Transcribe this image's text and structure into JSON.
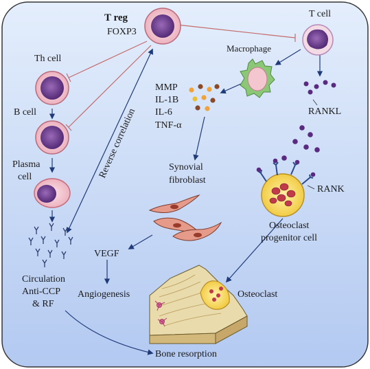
{
  "labels": {
    "treg_title": "T reg",
    "treg_marker": "FOXP3",
    "tcell": "T cell",
    "macrophage": "Macrophage",
    "th_cell": "Th cell",
    "b_cell": "B cell",
    "plasma_line1": "Plasma",
    "plasma_line2": "cell",
    "reverse": "Reverse correlation",
    "mmp": "MMP",
    "il1b": "IL-1B",
    "il6": "IL-6",
    "tnfa": "TNF-α",
    "rankl": "RANKL",
    "synovial_line1": "Synovial",
    "synovial_line2": "fibroblast",
    "rank": "RANK",
    "progenitor_line1": "Osteoclast",
    "progenitor_line2": "progenitor cell",
    "vegf": "VEGF",
    "angiogenesis": "Angiogenesis",
    "circulation": "Circulation",
    "anti_ccp": "Anti-CCP",
    "rf": "& RF",
    "osteoclast": "Osteoclast",
    "bone_resorption": "Bone resorption"
  },
  "colors": {
    "background_top": "#dfe9fb",
    "background_bottom": "#b6ccf2",
    "border": "#333333",
    "arrow_blue": "#1f3a78",
    "inhibit_red": "#c46b6b",
    "cell_purple": "#6a3a8e",
    "cell_pink": "#f2c2cc",
    "macrophage_green": "#7fbf6a",
    "rankl_purple": "#5a2a80",
    "progenitor_yellow": "#f6d24a",
    "bone_tan": "#e8d9a8"
  },
  "icons": {
    "cytokine_cluster": "cytokine-dots-icon",
    "antibodies": "antibody-y-icon",
    "fibroblasts": "fibroblast-cells-icon",
    "bone": "bone-tissue-block-icon"
  }
}
